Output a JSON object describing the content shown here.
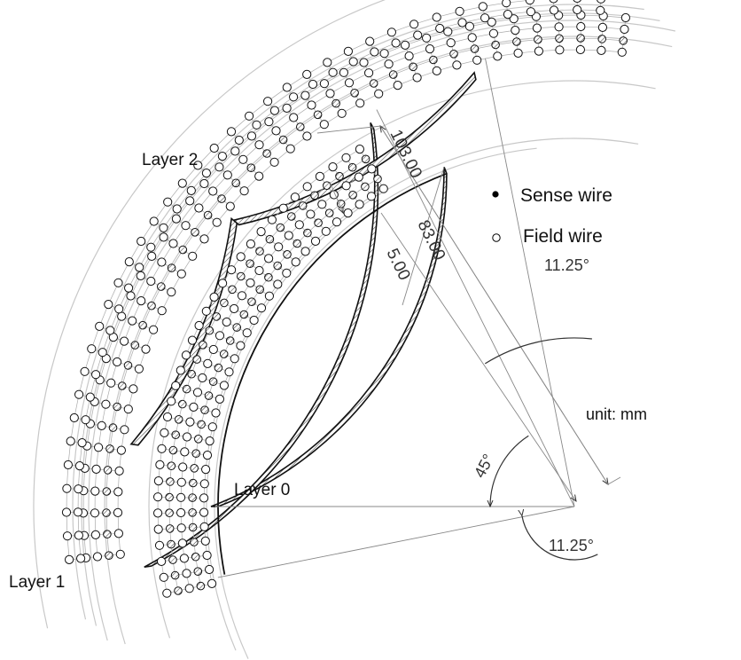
{
  "labels": {
    "layer0": "Layer 0",
    "layer1": "Layer 1",
    "layer2": "Layer 2"
  },
  "legend": {
    "sense_wire": "Sense wire",
    "field_wire": "Field wire"
  },
  "dimensions": {
    "outer_radius": "103.00",
    "inner_radius": "83.00",
    "gap": "5.00",
    "angle_top": "11.25°",
    "angle_bottom": "11.25°",
    "angle_mid": "45°",
    "unit": "unit: mm"
  }
}
